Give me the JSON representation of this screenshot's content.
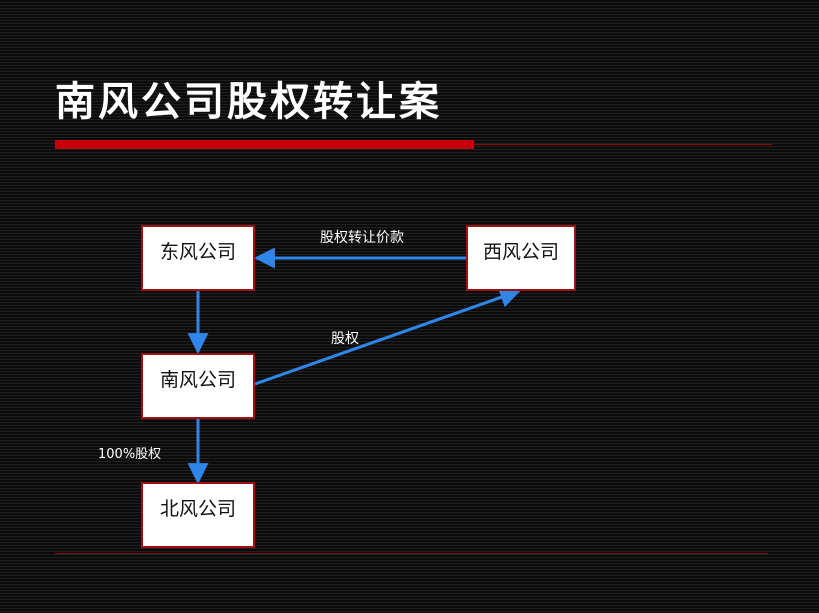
{
  "slide": {
    "title": "南风公司股权转让案"
  },
  "diagram": {
    "nodes": {
      "dongfeng": "东风公司",
      "xifeng": "西风公司",
      "nanfeng": "南风公司",
      "beifeng": "北风公司"
    },
    "edges": {
      "transfer_price": "股权转让价款",
      "equity": "股权",
      "full_equity": "100%股权"
    },
    "colors": {
      "arrow": "#2f86e8",
      "box_border": "#a01010",
      "accent_red": "#c8000a"
    }
  }
}
